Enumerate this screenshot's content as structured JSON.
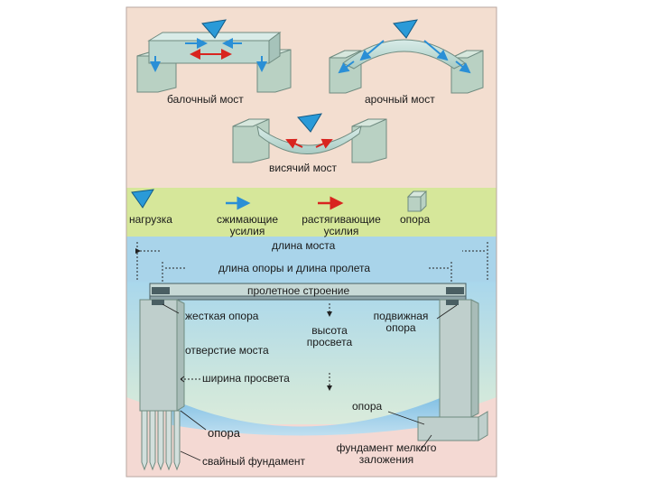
{
  "bridge_types": {
    "beam": "балочный мост",
    "arch": "арочный мост",
    "suspension": "висячий мост"
  },
  "legend": {
    "load": "нагрузка",
    "compression": "сжимающие усилия",
    "tension": "растягивающие усилия",
    "support": "опора"
  },
  "labels": {
    "bridge_length": "длина моста",
    "support_span_length": "длина опоры и длина пролета",
    "superstructure": "пролетное строение",
    "rigid_support": "жесткая опора",
    "movable_support": "подвижная опора",
    "bridge_opening": "отверстие моста",
    "clearance_height": "высота просвета",
    "clearance_width": "ширина просвета",
    "support_right": "опора",
    "support_left": "опора",
    "pile_foundation": "свайный фундамент",
    "shallow_foundation": "фундамент мелкого заложения"
  },
  "colors": {
    "top_bg": "#f3ded0",
    "legend_band": "#d6e79a",
    "sky_band": "#a9d4ea",
    "water": "#8fc6e6",
    "lower_bg": "#f4d9d3",
    "compression": "#2a8fd6",
    "tension": "#d8241f",
    "load": "#2a9ad8",
    "block": "#b9d1c3"
  }
}
